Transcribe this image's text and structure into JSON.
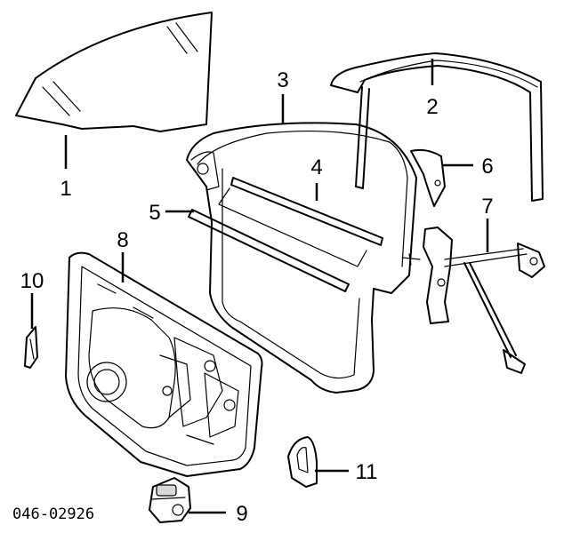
{
  "diagram": {
    "callouts": [
      {
        "id": "c1",
        "label": "1"
      },
      {
        "id": "c2",
        "label": "2"
      },
      {
        "id": "c3",
        "label": "3"
      },
      {
        "id": "c4",
        "label": "4"
      },
      {
        "id": "c5",
        "label": "5"
      },
      {
        "id": "c6",
        "label": "6"
      },
      {
        "id": "c7",
        "label": "7"
      },
      {
        "id": "c8",
        "label": "8"
      },
      {
        "id": "c9",
        "label": "9"
      },
      {
        "id": "c10",
        "label": "10"
      },
      {
        "id": "c11",
        "label": "11"
      }
    ],
    "part_code": "046-02926"
  }
}
